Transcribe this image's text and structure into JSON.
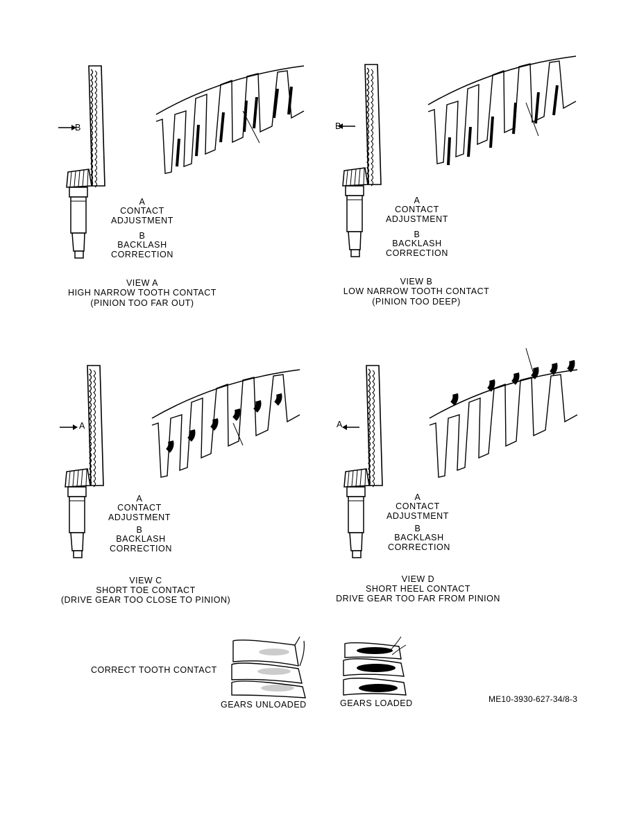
{
  "views": [
    {
      "arrow_label": "B",
      "adjust_letter": "A",
      "adjust_text": "CONTACT ADJUSTMENT",
      "backlash_letter": "B",
      "backlash_text": "BACKLASH CORRECTION",
      "title": "VIEW A",
      "desc": "HIGH NARROW TOOTH CONTACT",
      "cause": "(PINION TOO FAR OUT)"
    },
    {
      "arrow_label": "B",
      "adjust_letter": "A",
      "adjust_text": "CONTACT ADJUSTMENT",
      "backlash_letter": "B",
      "backlash_text": "BACKLASH CORRECTION",
      "title": "VIEW B",
      "desc": "LOW NARROW TOOTH CONTACT",
      "cause": "(PINION TOO DEEP)"
    },
    {
      "arrow_label": "A",
      "adjust_letter": "A",
      "adjust_text": "CONTACT ADJUSTMENT",
      "backlash_letter": "B",
      "backlash_text": "BACKLASH CORRECTION",
      "title": "VIEW C",
      "desc": "SHORT TOE CONTACT",
      "cause": "(DRIVE GEAR TOO CLOSE TO PINION)"
    },
    {
      "arrow_label": "A",
      "adjust_letter": "A",
      "adjust_text": "CONTACT ADJUSTMENT",
      "backlash_letter": "B",
      "backlash_text": "BACKLASH CORRECTION",
      "title": "VIEW D",
      "desc": "SHORT HEEL CONTACT",
      "cause": "DRIVE GEAR TOO FAR FROM PINION"
    }
  ],
  "correct": {
    "title": "CORRECT TOOTH CONTACT",
    "unloaded": "GEARS UNLOADED",
    "loaded": "GEARS LOADED"
  },
  "figure_id": "ME10-3930-627-34/8-3",
  "icons": [
    "ring-gear-icon",
    "pinion-shaft-icon",
    "arrow-icon",
    "gear-teeth-icon"
  ]
}
